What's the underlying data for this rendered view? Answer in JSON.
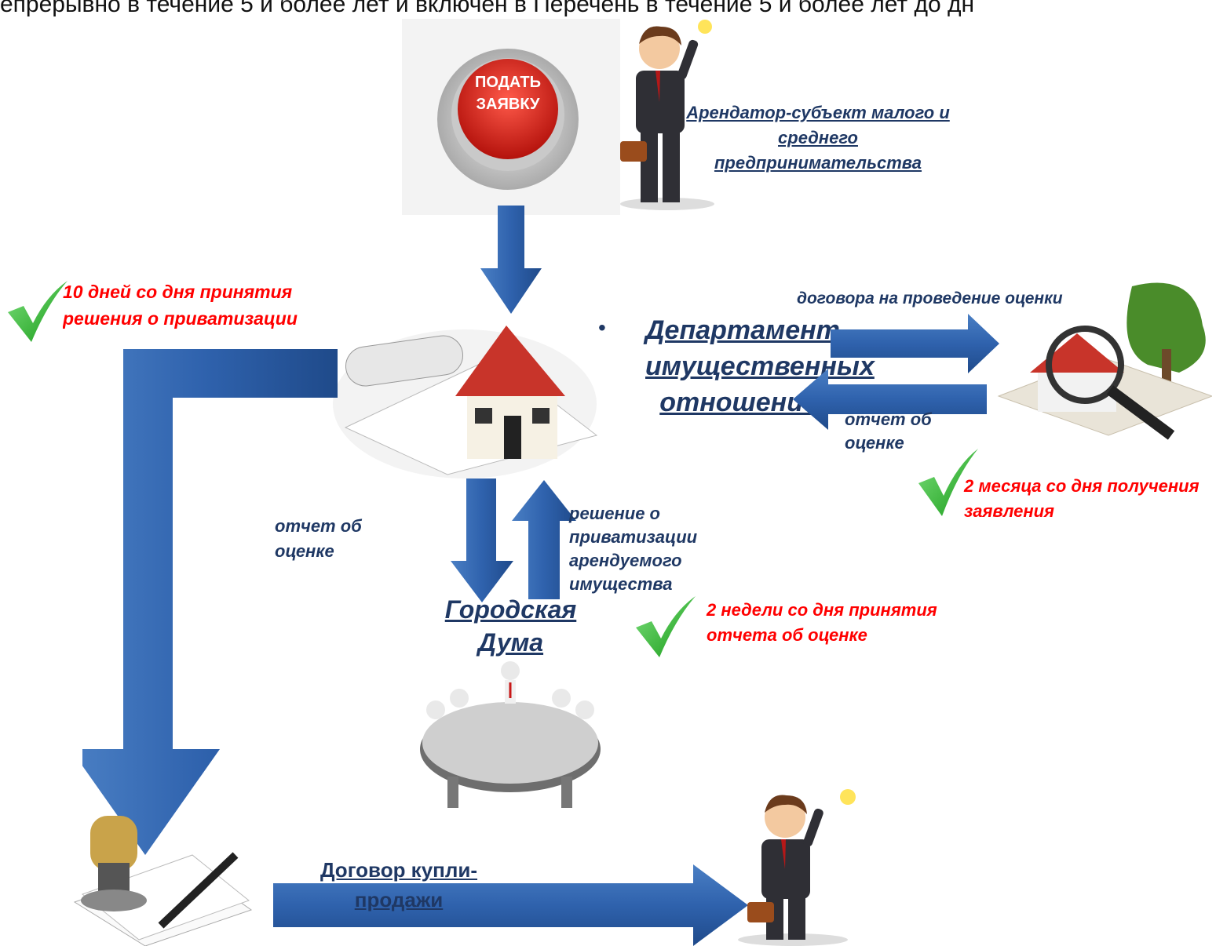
{
  "header_text": "епрерывно в течение 5 и более лет и включен в Перечень в течение 5 и более лет до дн",
  "button_label_line1": "ПОДАТЬ",
  "button_label_line2": "ЗАЯВКУ",
  "tenant_label": "Арендатор-субъект малого и среднего предпринимательства",
  "department_label": "Департамент имущественных отношений",
  "duma_label": "Городская Дума",
  "contract_label": "Договор купли-продажи",
  "flow_labels": {
    "assessment_contract": "договора на проведение оценки",
    "assessment_report_right": "отчет об оценке",
    "assessment_report_left": "отчет об оценке",
    "privatization_decision": "решение о приватизации арендуемого имущества"
  },
  "deadlines": {
    "ten_days": "10 дней со дня принятия решения о приватизации",
    "two_months": "2 месяца со дня получения заявления",
    "two_weeks": "2 недели со дня принятия отчета об оценке"
  },
  "colors": {
    "arrow_blue": "#2e5fa8",
    "link_navy": "#1f3864",
    "deadline_red": "#ff0000",
    "check_green": "#22aa22"
  }
}
